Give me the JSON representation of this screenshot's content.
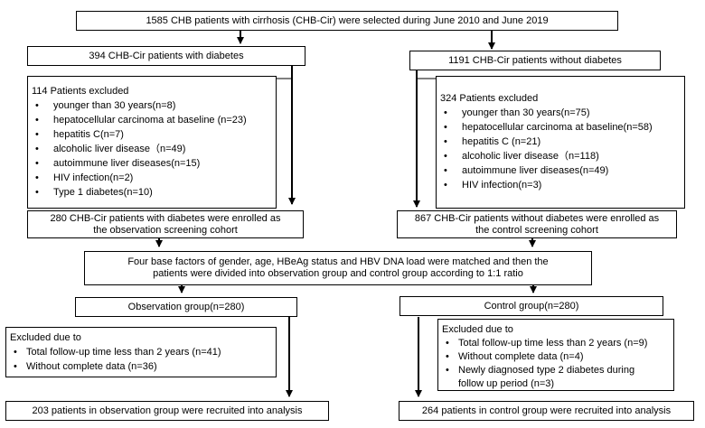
{
  "diagram": {
    "top": "1585 CHB patients with cirrhosis (CHB-Cir) were selected during June 2010 and June 2019",
    "left": {
      "group": "394 CHB-Cir patients with diabetes",
      "excluded_title": "114 Patients excluded",
      "excluded_items": [
        "younger than 30 years(n=8)",
        "hepatocellular carcinoma at baseline (n=23)",
        "hepatitis C(n=7)",
        "alcoholic liver disease（n=49)",
        "autoimmune liver diseases(n=15)",
        "HIV infection(n=2)",
        "Type 1 diabetes(n=10)"
      ],
      "enrolled_line1": "280 CHB-Cir patients with diabetes were enrolled as",
      "enrolled_line2": "the observation screening cohort"
    },
    "right": {
      "group": "1191 CHB-Cir patients without diabetes",
      "excluded_title": "324 Patients excluded",
      "excluded_items": [
        "younger than 30 years(n=75)",
        "hepatocellular carcinoma at baseline(n=58)",
        "hepatitis C (n=21)",
        "alcoholic liver disease（n=118)",
        "autoimmune liver diseases(n=49)",
        "HIV infection(n=3)"
      ],
      "enrolled_line1": "867 CHB-Cir patients without diabetes were enrolled as",
      "enrolled_line2": "the control screening cohort"
    },
    "matching_line1": "Four base factors of gender, age, HBeAg status and HBV DNA load were matched and then the",
    "matching_line2": "patients were divided into observation group and control group according to 1:1 ratio",
    "observation": {
      "group": "Observation group(n=280)",
      "excluded_title": "Excluded due to",
      "excluded_items": [
        "Total follow-up time less than 2 years (n=41)",
        "Without complete data (n=36)"
      ],
      "result": "203 patients in observation group were recruited into analysis"
    },
    "control": {
      "group": "Control group(n=280)",
      "excluded_title": "Excluded due to",
      "excluded_items": [
        "Total follow-up time less than 2 years (n=9)",
        "Without complete data (n=4)",
        "Newly diagnosed type 2 diabetes during",
        "follow up period (n=3)"
      ],
      "result": "264 patients in control group were recruited into analysis"
    }
  }
}
